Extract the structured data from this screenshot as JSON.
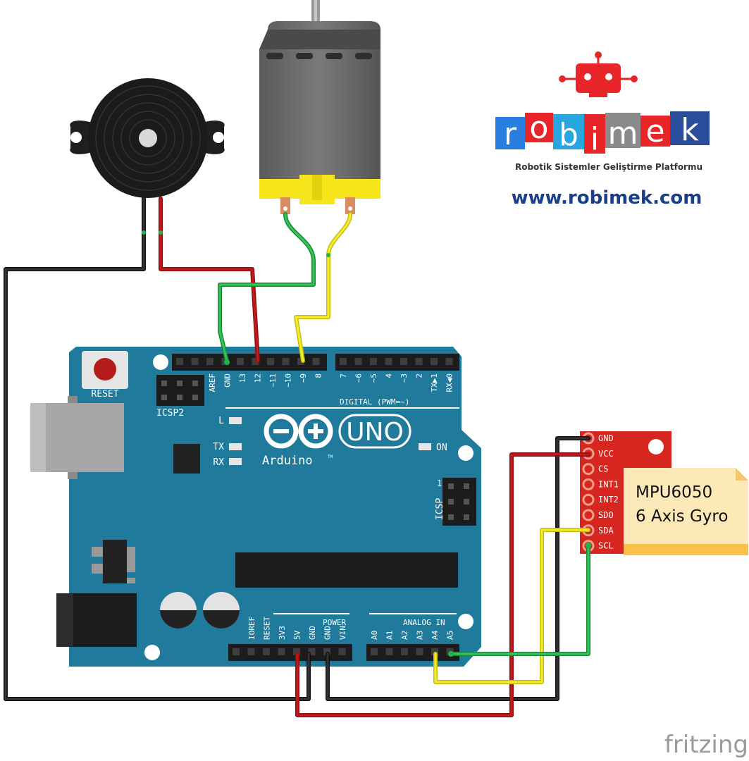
{
  "brand": {
    "logo_letters": [
      "r",
      "o",
      "b",
      "i",
      "m",
      "e",
      "k"
    ],
    "logo_letter_colors": [
      "#2a7de1",
      "#ffffff",
      "#29a6df",
      "#e8262a",
      "#8a8a8a",
      "#e8262a",
      "#2a4d9b"
    ],
    "logo_mascot_color": "#e8262a",
    "tagline": "Robotik Sistemler Geliştirme Platformu",
    "url": "www.robimek.com",
    "url_color": "#1b3e8a"
  },
  "board": {
    "reset_label": "RESET",
    "icsp2_label": "ICSP2",
    "icsp_label": "ICSP",
    "icsp_pin1_label": "1",
    "uno_label": "UNO",
    "arduino_label": "Arduino",
    "tm_mark": "TM",
    "led_labels": {
      "l": "L",
      "tx": "TX",
      "rx": "RX",
      "on": "ON"
    },
    "digital_label": "DIGITAL (PWM=~)",
    "digital_pins_left": [
      "AREF",
      "GND",
      "13",
      "12",
      "~11",
      "~10",
      "~9",
      "8"
    ],
    "digital_pins_right": [
      "7",
      "~6",
      "~5",
      "4",
      "~3",
      "2",
      "TX▶1",
      "RX◀0"
    ],
    "power_label": "POWER",
    "power_pins": [
      "IOREF",
      "RESET",
      "3V3",
      "5V",
      "GND",
      "GND",
      "VIN"
    ],
    "analog_label": "ANALOG IN",
    "analog_pins": [
      "A0",
      "A1",
      "A2",
      "A3",
      "A4",
      "A5"
    ],
    "color": "#1f7a9c"
  },
  "sensor": {
    "pins": [
      "GND",
      "VCC",
      "CS",
      "INT1",
      "INT2",
      "SDO",
      "SDA",
      "SCL"
    ],
    "color": "#d7261f"
  },
  "note": {
    "line1": "MPU6050",
    "line2": "6 Axis Gyro",
    "color": "#fde9b8"
  },
  "watermark": "fritzing",
  "wire_colors": {
    "black": "#1a1a1a",
    "red": "#c2191b",
    "green": "#22b24c",
    "yellow": "#f2e51c"
  }
}
